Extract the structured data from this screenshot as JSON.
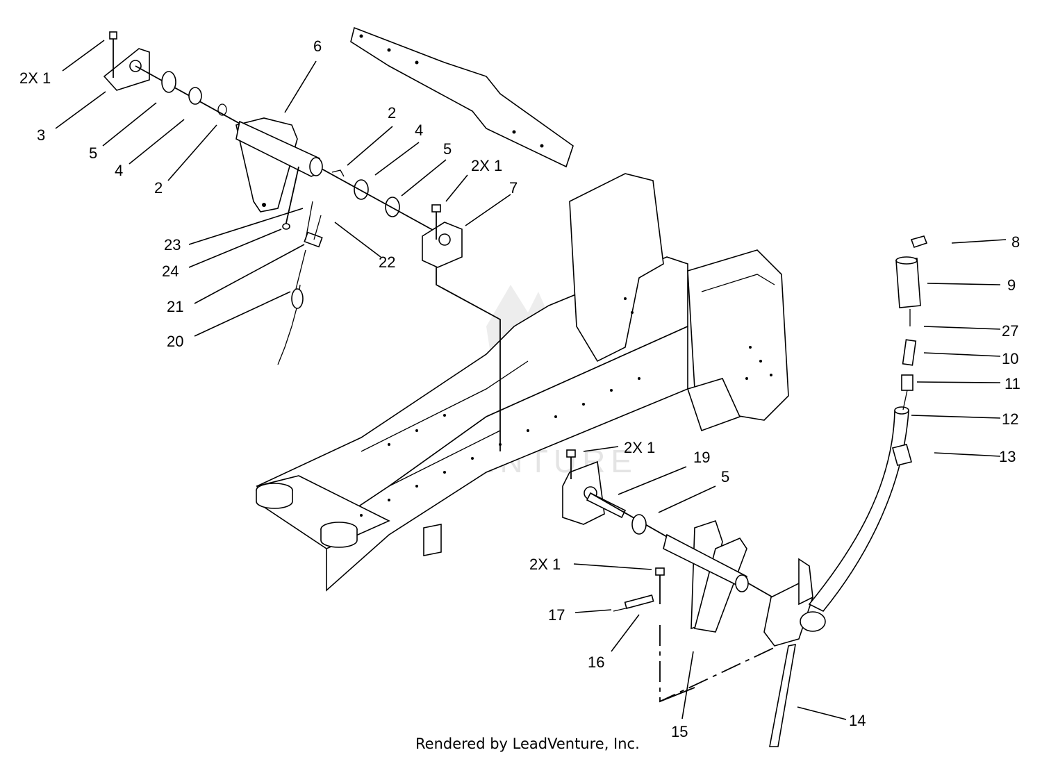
{
  "diagram": {
    "footer": "Rendered by LeadVenture, Inc.",
    "watermark": "LEADVENTURE",
    "callouts": [
      {
        "id": "c-2x1-a",
        "text": "2X 1"
      },
      {
        "id": "c-3",
        "text": "3"
      },
      {
        "id": "c-5-a",
        "text": "5"
      },
      {
        "id": "c-4-a",
        "text": "4"
      },
      {
        "id": "c-2-a",
        "text": "2"
      },
      {
        "id": "c-6",
        "text": "6"
      },
      {
        "id": "c-2-b",
        "text": "2"
      },
      {
        "id": "c-4-b",
        "text": "4"
      },
      {
        "id": "c-5-b",
        "text": "5"
      },
      {
        "id": "c-2x1-b",
        "text": "2X 1"
      },
      {
        "id": "c-7",
        "text": "7"
      },
      {
        "id": "c-23",
        "text": "23"
      },
      {
        "id": "c-24",
        "text": "24"
      },
      {
        "id": "c-22",
        "text": "22"
      },
      {
        "id": "c-21",
        "text": "21"
      },
      {
        "id": "c-20",
        "text": "20"
      },
      {
        "id": "c-8",
        "text": "8"
      },
      {
        "id": "c-9",
        "text": "9"
      },
      {
        "id": "c-27",
        "text": "27"
      },
      {
        "id": "c-10",
        "text": "10"
      },
      {
        "id": "c-11",
        "text": "11"
      },
      {
        "id": "c-12",
        "text": "12"
      },
      {
        "id": "c-13",
        "text": "13"
      },
      {
        "id": "c-2x1-c",
        "text": "2X 1"
      },
      {
        "id": "c-19",
        "text": "19"
      },
      {
        "id": "c-5-c",
        "text": "5"
      },
      {
        "id": "c-2x1-d",
        "text": "2X 1"
      },
      {
        "id": "c-17",
        "text": "17"
      },
      {
        "id": "c-16",
        "text": "16"
      },
      {
        "id": "c-15",
        "text": "15"
      },
      {
        "id": "c-14",
        "text": "14"
      }
    ]
  }
}
